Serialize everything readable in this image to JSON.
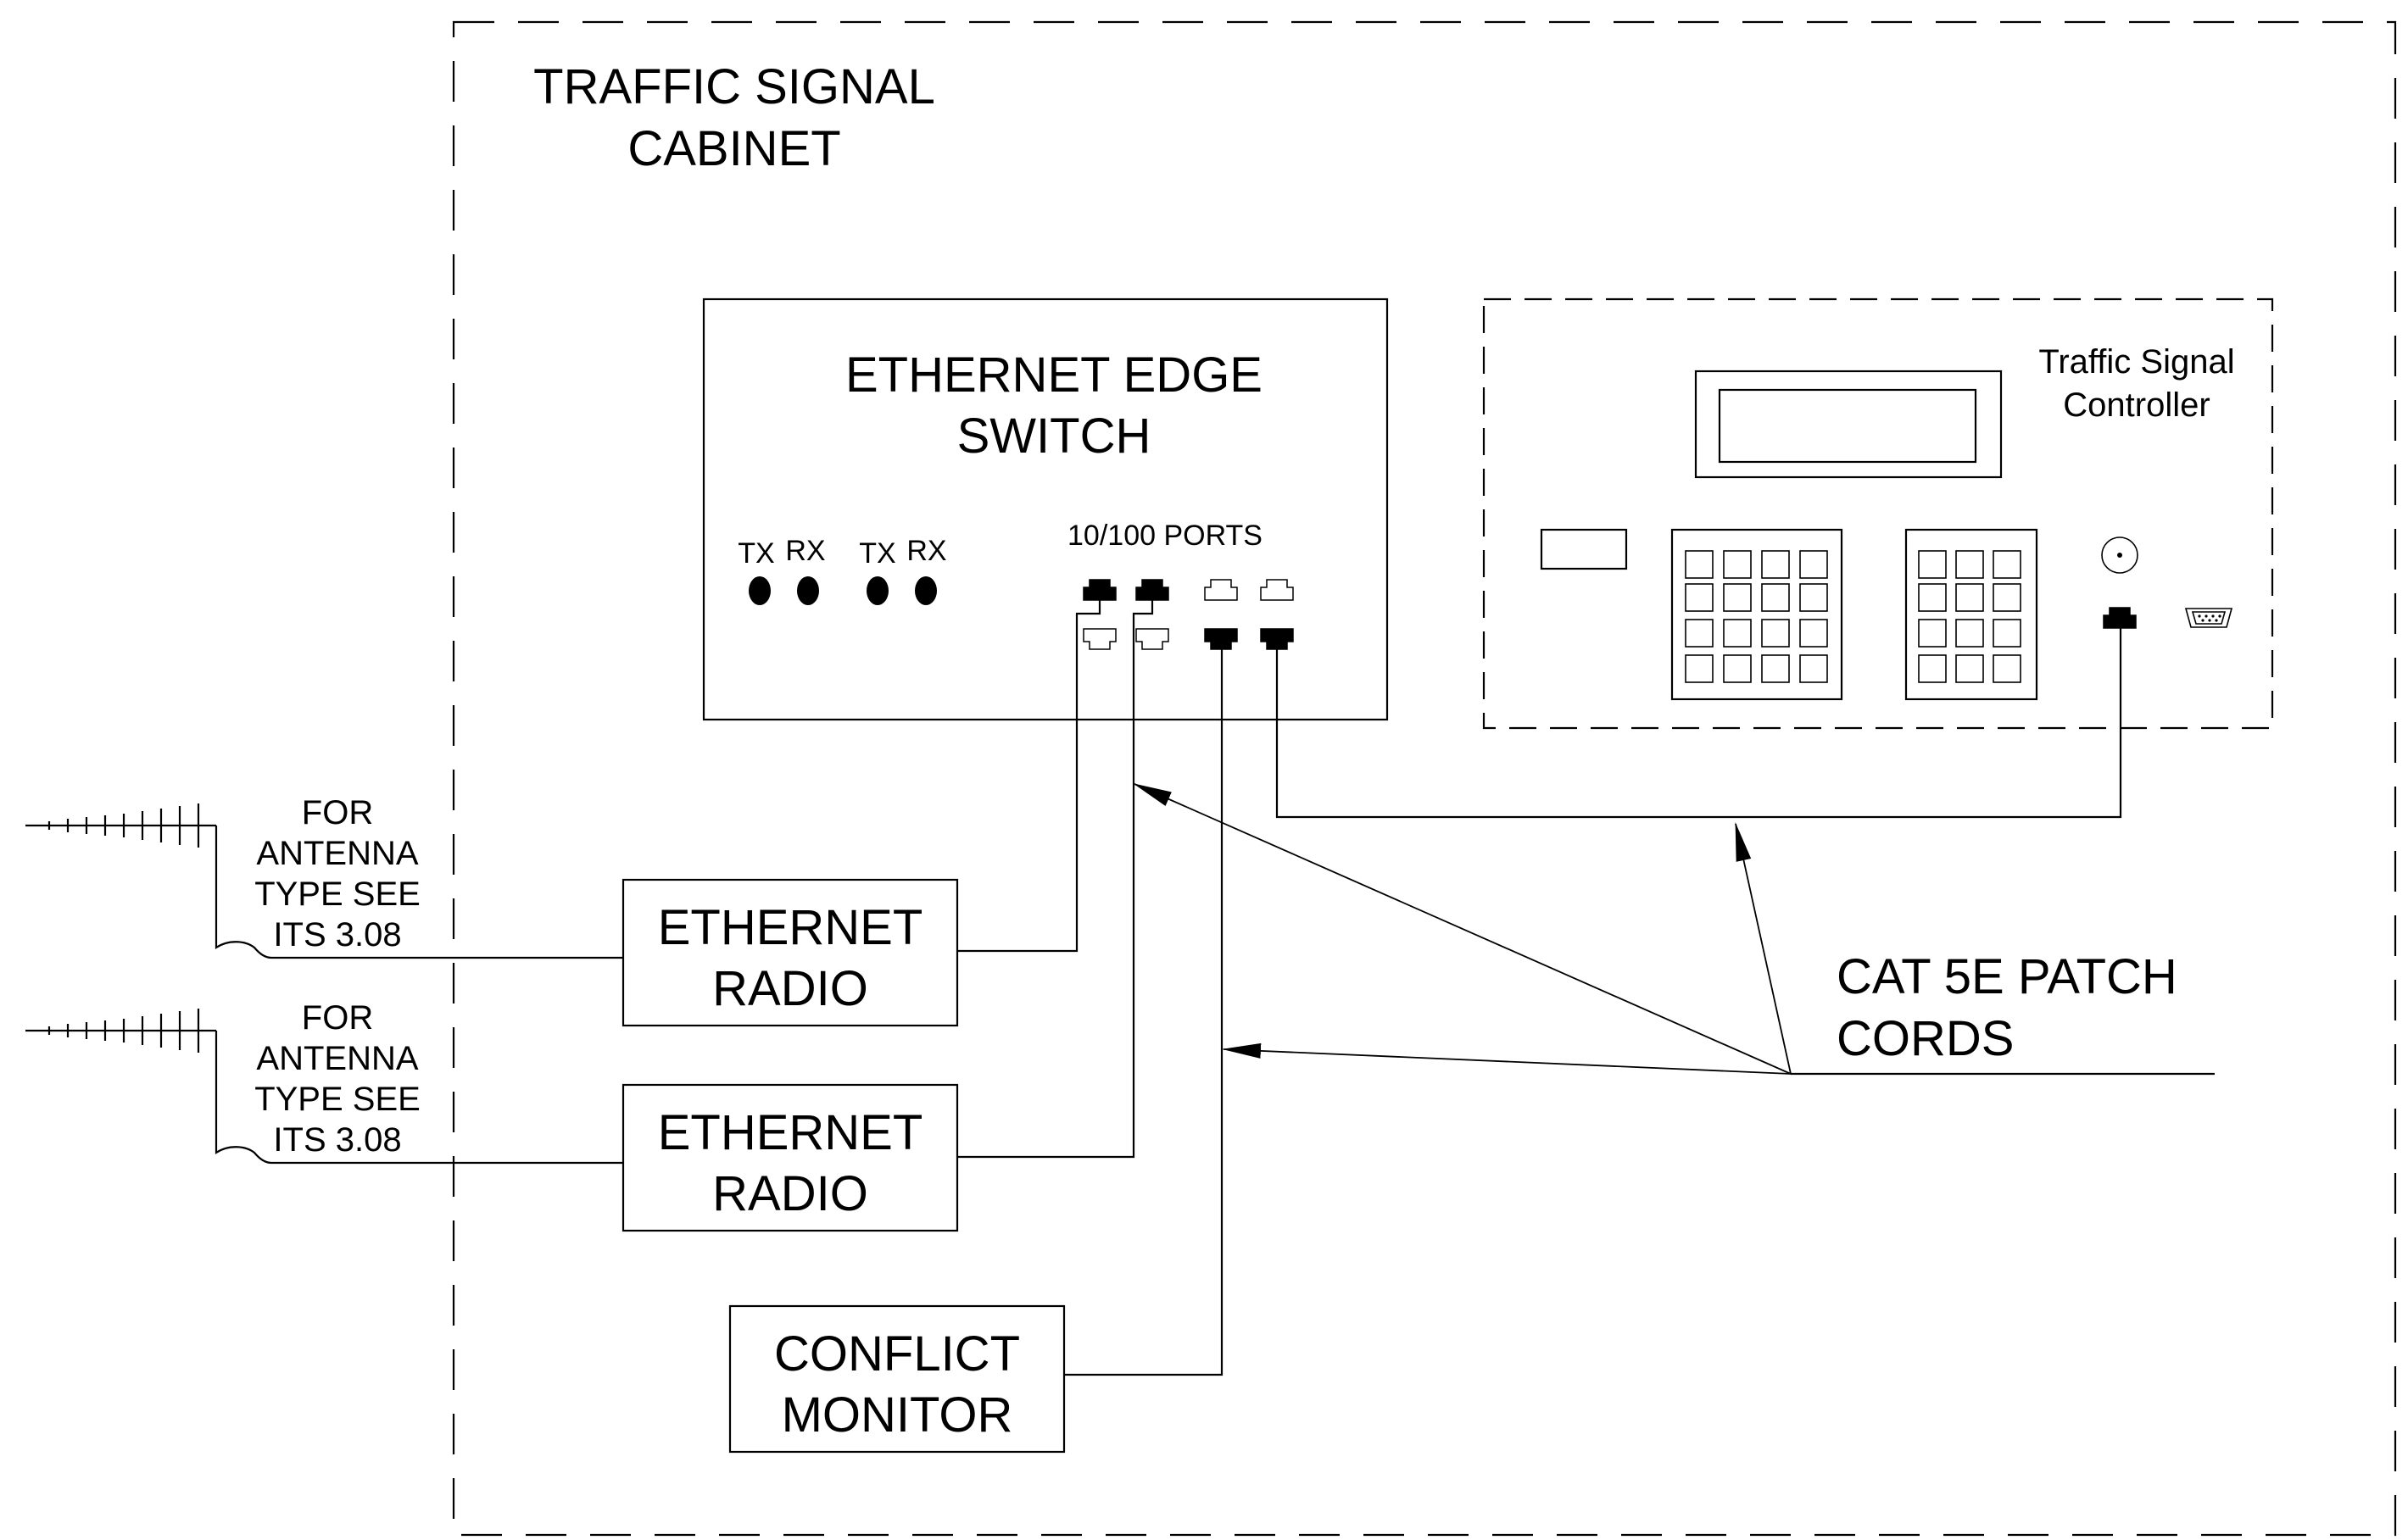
{
  "cabinet": {
    "title_line1": "TRAFFIC SIGNAL",
    "title_line2": "CABINET"
  },
  "switch": {
    "title_line1": "ETHERNET EDGE",
    "title_line2": "SWITCH",
    "ports_label": "10/100 PORTS",
    "fiber_labels": [
      "TX",
      "RX",
      "TX",
      "RX"
    ]
  },
  "controller": {
    "label_line1": "Traffic Signal",
    "label_line2": "Controller"
  },
  "radio_1": {
    "line1": "ETHERNET",
    "line2": "RADIO"
  },
  "radio_2": {
    "line1": "ETHERNET",
    "line2": "RADIO"
  },
  "monitor": {
    "line1": "CONFLICT",
    "line2": "MONITOR"
  },
  "antenna_1": {
    "lines": [
      "FOR",
      "ANTENNA",
      "TYPE SEE",
      "ITS 3.08"
    ]
  },
  "antenna_2": {
    "lines": [
      "FOR",
      "ANTENNA",
      "TYPE SEE",
      "ITS 3.08"
    ]
  },
  "patch_cords": {
    "line1": "CAT 5E PATCH",
    "line2": "CORDS"
  }
}
